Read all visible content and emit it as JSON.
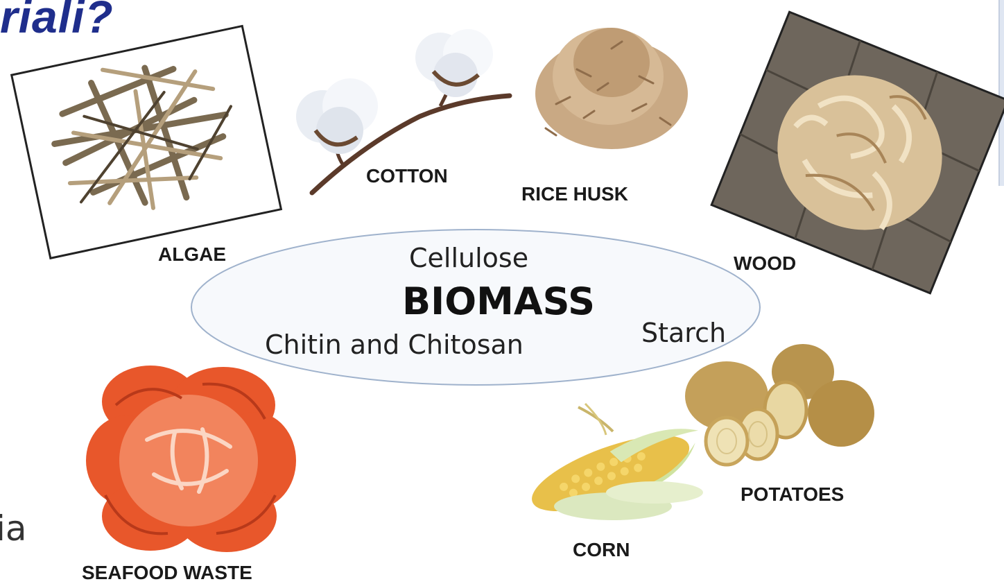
{
  "page": {
    "title_fragment": "riali?",
    "side_fragment": "ia"
  },
  "center": {
    "title": "BIOMASS",
    "polymers": {
      "cellulose": "Cellulose",
      "chitin": "Chitin and Chitosan",
      "starch": "Starch"
    }
  },
  "sources": {
    "algae": "ALGAE",
    "cotton": "COTTON",
    "rice_husk": "RICE HUSK",
    "wood": "WOOD",
    "seafood_waste": "SEAFOOD WASTE",
    "corn": "CORN",
    "potatoes": "POTATOES"
  },
  "colors": {
    "title": "#1f2e8c",
    "ellipse_stroke": "#9fb2cc",
    "ellipse_fill": "#f7f9fc"
  }
}
